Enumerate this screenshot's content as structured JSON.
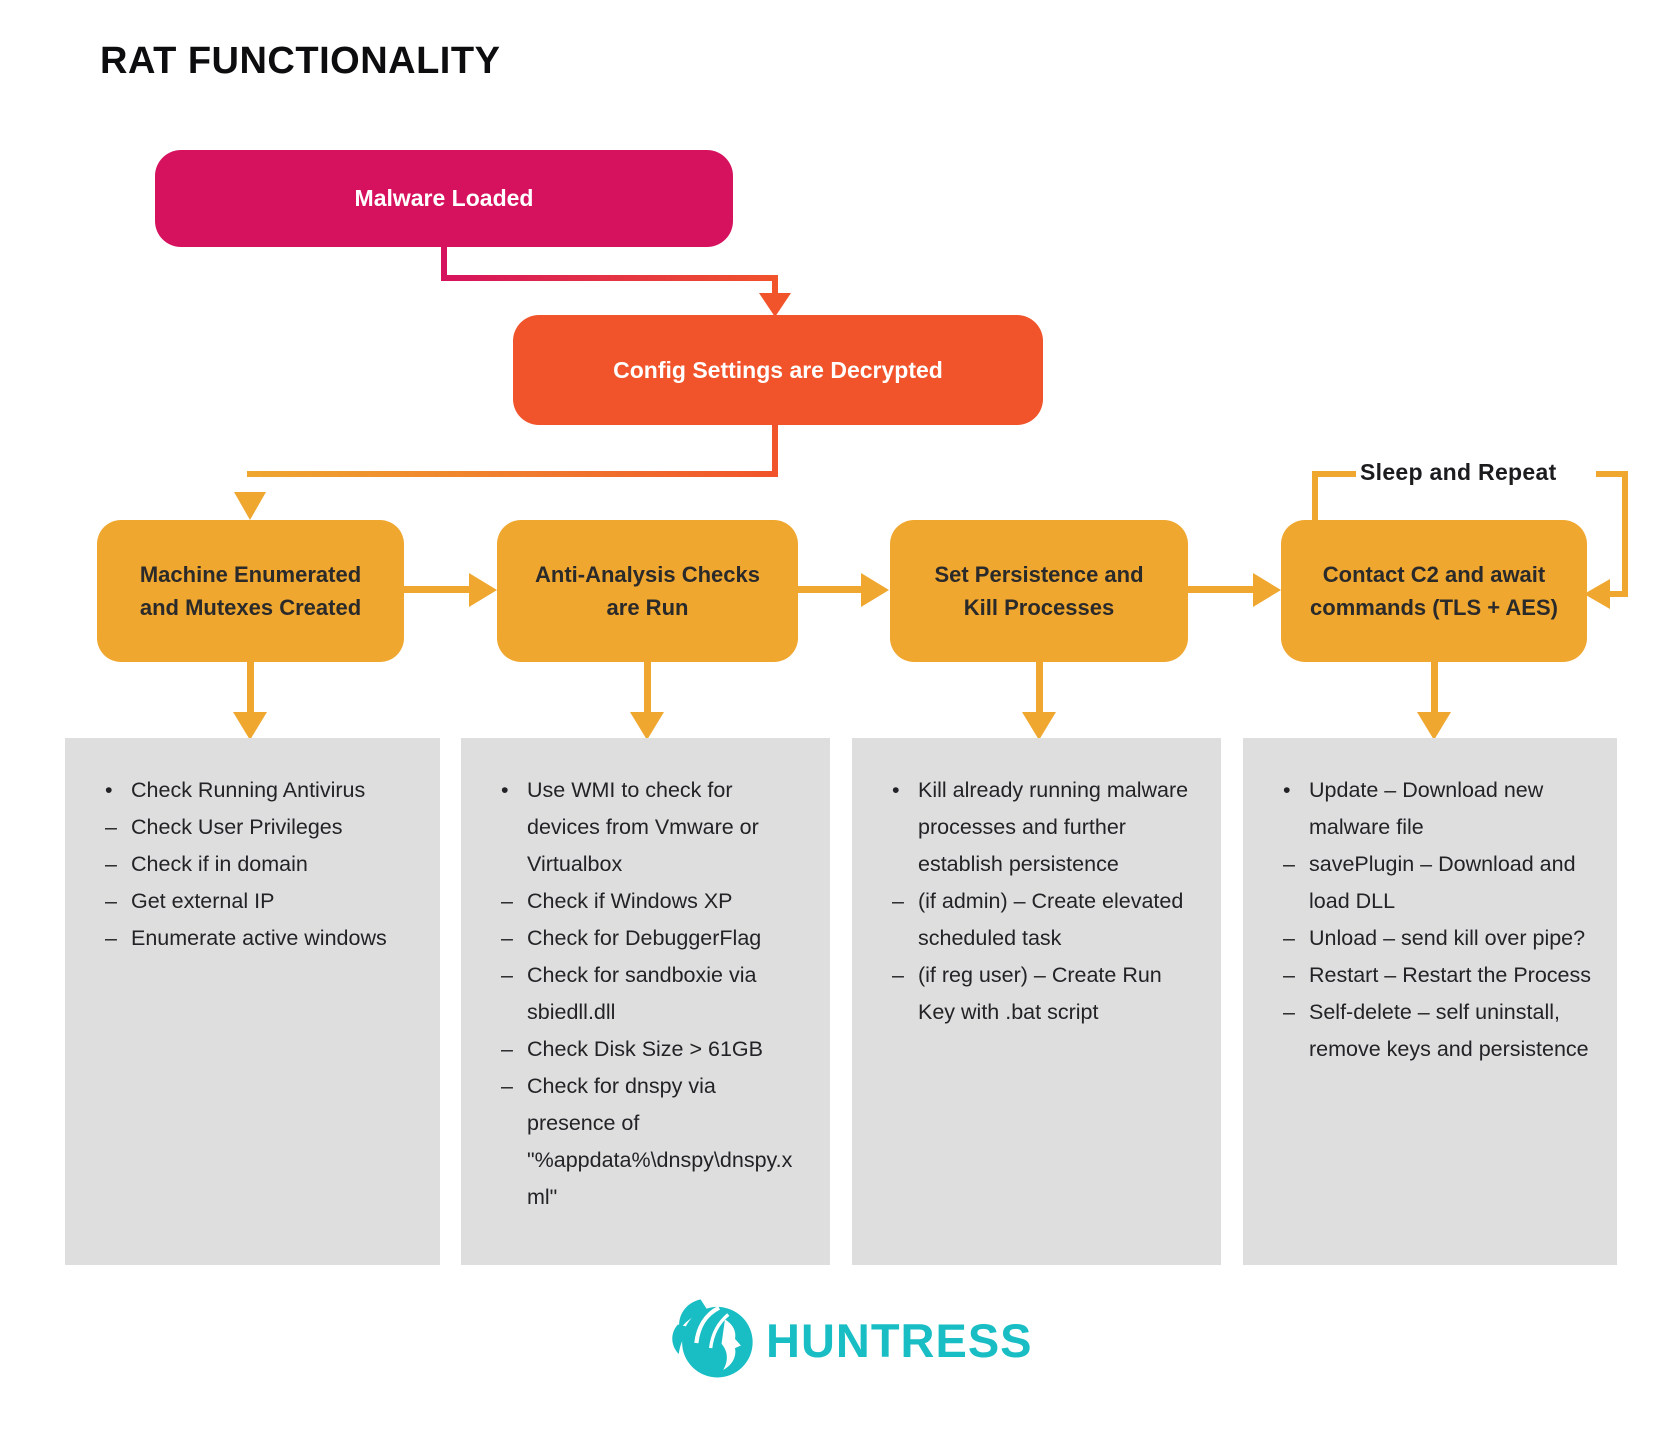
{
  "title": "RAT FUNCTIONALITY",
  "colors": {
    "pink": "#D6125E",
    "orange": "#F1532B",
    "amber": "#EFA72F",
    "gray": "#DEDEDE",
    "ink": "#27262A",
    "teal": "#18BEC4"
  },
  "flow": {
    "start": {
      "label": "Malware Loaded"
    },
    "config": {
      "label": "Config Settings are Decrypted"
    },
    "loop_label": "Sleep and Repeat",
    "stages": [
      {
        "label": "Machine Enumerated and Mutexes Created",
        "details": [
          {
            "marker": "•",
            "text": "Check Running Antivirus"
          },
          {
            "marker": "–",
            "text": "Check User Privileges"
          },
          {
            "marker": "–",
            "text": "Check if in domain"
          },
          {
            "marker": "–",
            "text": "Get external IP"
          },
          {
            "marker": "–",
            "text": "Enumerate active windows"
          }
        ]
      },
      {
        "label": "Anti-Analysis Checks are Run",
        "details": [
          {
            "marker": "•",
            "text": "Use WMI to check for devices from Vmware or Virtualbox"
          },
          {
            "marker": "–",
            "text": "Check if Windows XP"
          },
          {
            "marker": "–",
            "text": "Check for DebuggerFlag"
          },
          {
            "marker": "–",
            "text": "Check for sandboxie via sbiedll.dll"
          },
          {
            "marker": "–",
            "text": "Check Disk Size > 61GB"
          },
          {
            "marker": "–",
            "text": "Check for dnspy via presence of \"%appdata%\\dnspy\\dnspy.xml\""
          }
        ]
      },
      {
        "label": "Set Persistence and Kill Processes",
        "details": [
          {
            "marker": "•",
            "text": "Kill already running malware processes and further establish persistence"
          },
          {
            "marker": "–",
            "text": "(if admin) – Create elevated scheduled task"
          },
          {
            "marker": "–",
            "text": "(if reg user) – Create Run Key with .bat script"
          }
        ]
      },
      {
        "label": "Contact C2 and await commands (TLS + AES)",
        "details": [
          {
            "marker": "•",
            "text": "Update – Download new malware file"
          },
          {
            "marker": "–",
            "text": "savePlugin – Download and load DLL"
          },
          {
            "marker": "–",
            "text": "Unload – send kill over pipe?"
          },
          {
            "marker": "–",
            "text": "Restart – Restart the Process"
          },
          {
            "marker": "–",
            "text": "Self-delete – self uninstall, remove keys and persistence"
          }
        ]
      }
    ]
  },
  "footer": {
    "brand": "HUNTRESS"
  }
}
